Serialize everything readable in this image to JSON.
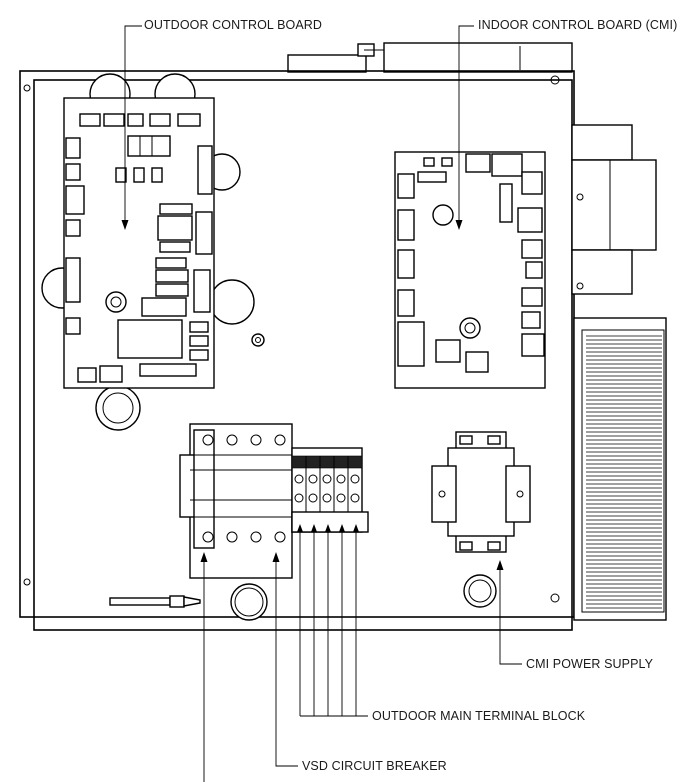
{
  "labels": {
    "outdoor_control_board": "OUTDOOR CONTROL BOARD",
    "indoor_control_board": "INDOOR CONTROL BOARD (CMI)",
    "cmi_power_supply": "CMI POWER SUPPLY",
    "outdoor_main_terminal_block": "OUTDOOR MAIN TERMINAL BLOCK",
    "vsd_circuit_breaker": "VSD CIRCUIT BREAKER"
  },
  "colors": {
    "line": "#000000",
    "background": "#ffffff",
    "text": "#1a1a1a"
  }
}
